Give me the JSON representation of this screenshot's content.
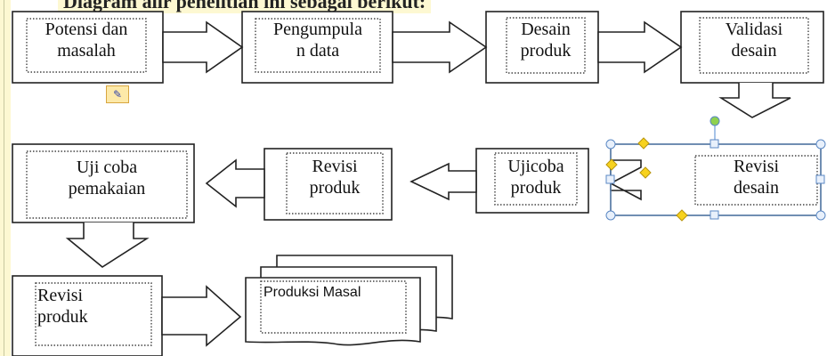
{
  "header_text": "Diagram alir penelitian ini sebagai berikut:",
  "nodes": {
    "potensi": "Potensi dan\nmasalah",
    "pengumpulan": "Pengumpula\nn data",
    "desain": "Desain\nproduk",
    "validasi": "Validasi\ndesain",
    "revisi_desain": "Revisi\ndesain",
    "ujicoba": "Ujicoba\nproduk",
    "revisi_produk_1": "Revisi\nproduk",
    "uji_coba_pemakaian": "Uji coba\npemakaian",
    "revisi_produk_2": "Revisi\nproduk",
    "produksi_masal": "Produksi Masal"
  },
  "colors": {
    "box_border": "#222222",
    "dotted_border": "#444444",
    "selection": "#6a9bd8",
    "handle_yellow": "#f7d21e",
    "rotate_green": "#8fd14f",
    "highlight": "#fdf8d2"
  },
  "icons": {
    "small_icon": "edit-badge-icon"
  }
}
